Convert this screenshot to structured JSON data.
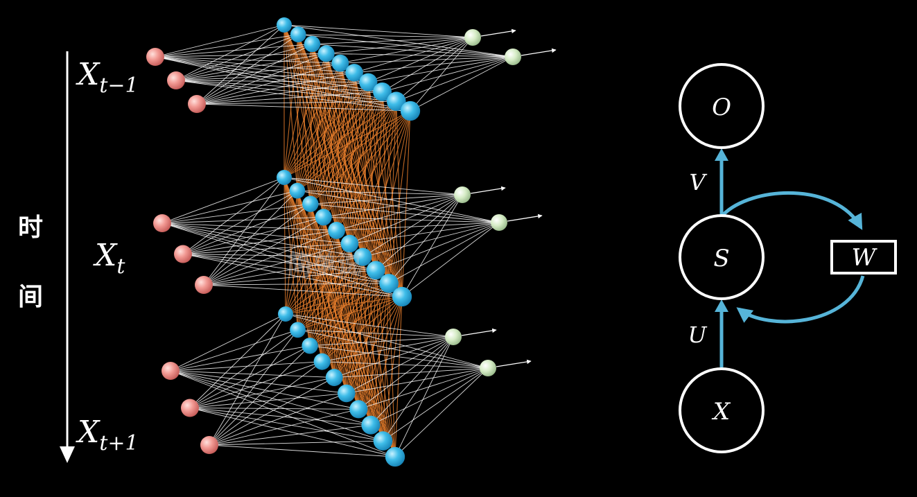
{
  "time_axis": {
    "label_chars": [
      "时",
      "间"
    ]
  },
  "steps": [
    {
      "label_base": "X",
      "label_sub": "t−1"
    },
    {
      "label_base": "X",
      "label_sub": "t"
    },
    {
      "label_base": "X",
      "label_sub": "t+1"
    }
  ],
  "network": {
    "input_nodes_per_step": 3,
    "hidden_nodes_per_step": 10,
    "output_nodes_per_step": 2
  },
  "rnn_diagram": {
    "output_node": "O",
    "state_node": "S",
    "input_node": "X",
    "recurrent_weight": "W",
    "weight_in": "U",
    "weight_out": "V"
  },
  "watermark": "简单说",
  "colors": {
    "background": "#000000",
    "input_node": "#f08c8c",
    "hidden_node": "#3bb6e6",
    "output_node": "#cfe6bf",
    "recurrent_edge": "#e07a2a",
    "ff_edge": "#ffffff",
    "rnn_arrow": "#56b4d8"
  }
}
